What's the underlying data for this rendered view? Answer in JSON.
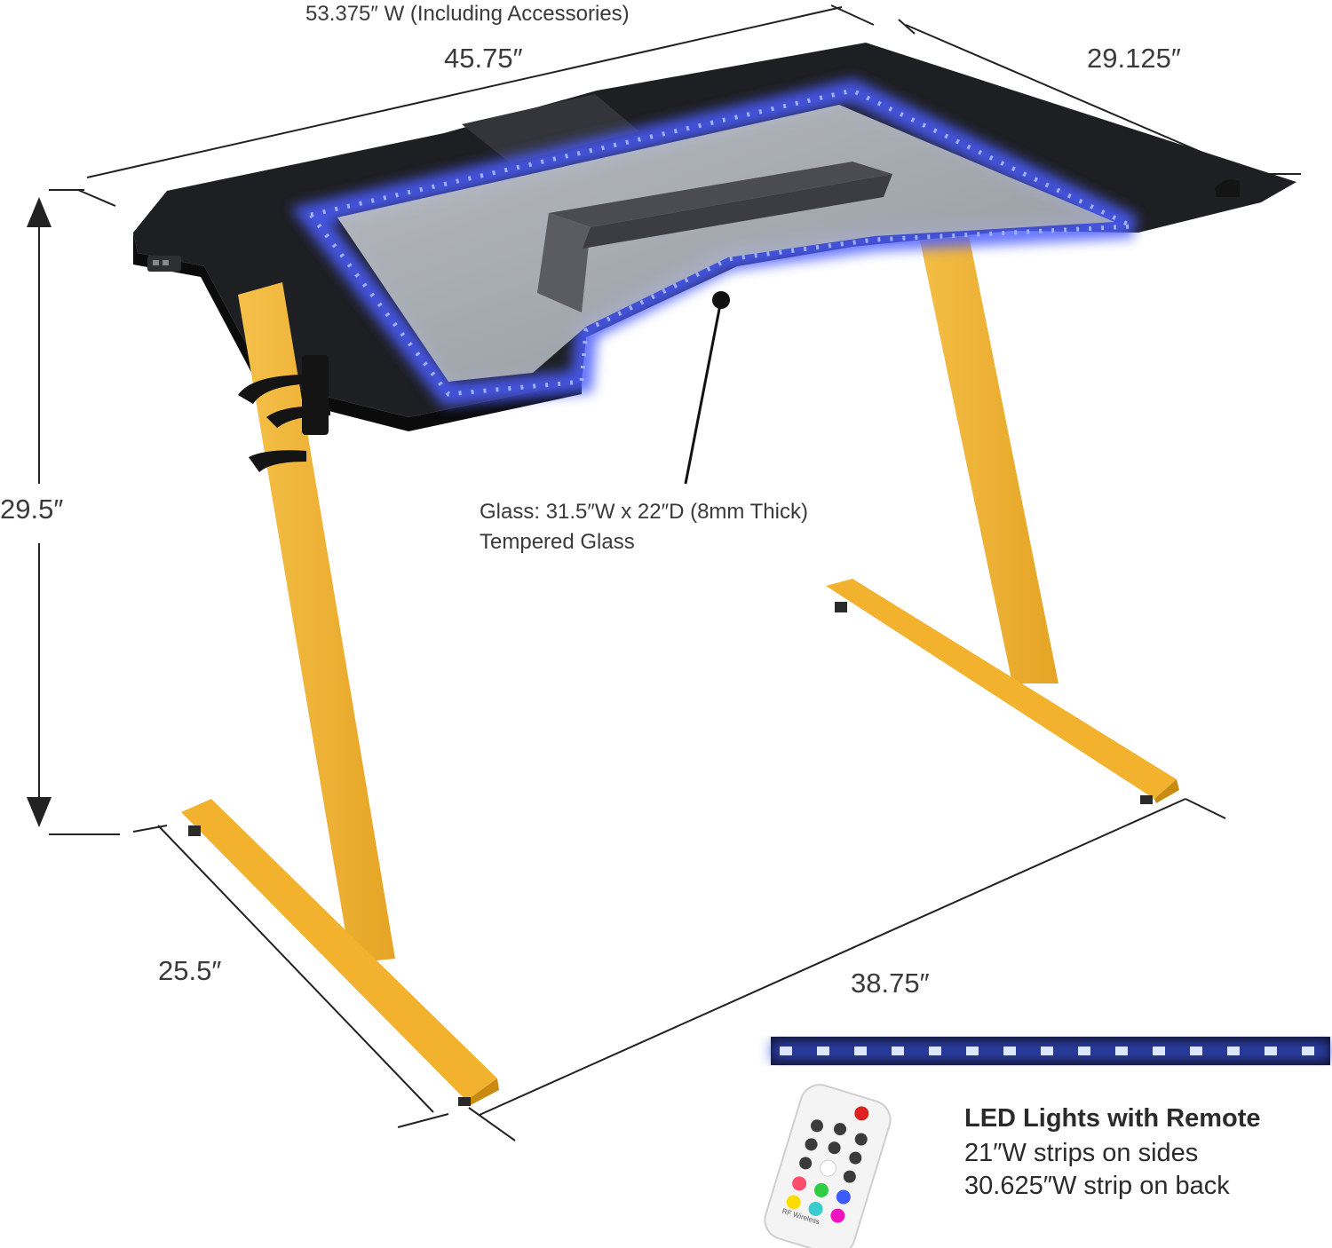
{
  "dimensions": {
    "overall_width": "53.375″ W (Including Accessories)",
    "top_width": "45.75″",
    "top_depth": "29.125″",
    "height": "29.5″",
    "base_depth": "25.5″",
    "base_width": "38.75″"
  },
  "glass": {
    "line1": "Glass: 31.5″W x 22″D (8mm Thick)",
    "line2": "Tempered Glass"
  },
  "led": {
    "title": "LED Lights with Remote",
    "line1": "21″W strips on sides",
    "line2": "30.625″W strip on back",
    "remote_caption": "RF Wireless"
  },
  "colors": {
    "frame": "#F2B22E",
    "frame_shade": "#D8971A",
    "desktop": "#1E1F22",
    "led": "#4C5DFF",
    "glass": "#B9BDC4",
    "dim_line": "#222222"
  }
}
